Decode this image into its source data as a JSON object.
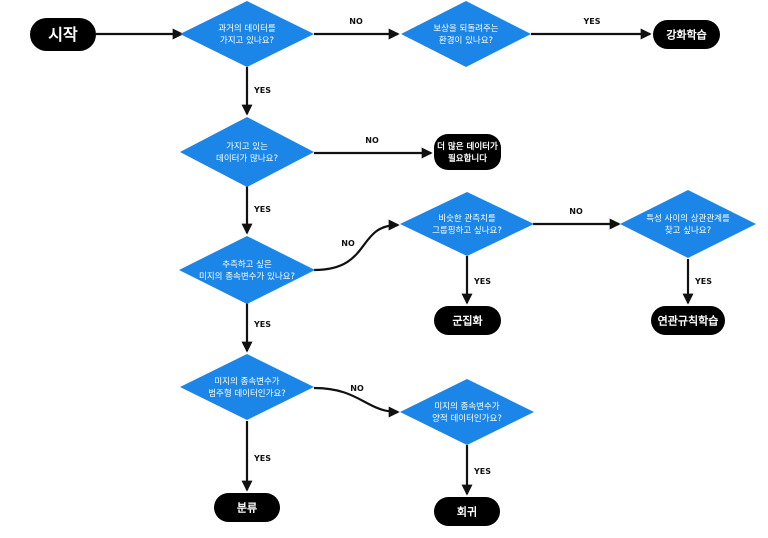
{
  "colors": {
    "decision": "#1c86e8",
    "terminal": "#000000",
    "edge": "#111111"
  },
  "nodes": {
    "start": {
      "label": "시작"
    },
    "has_data": {
      "line1": "과거의 데이터를",
      "line2": "가지고 있나요?"
    },
    "reward": {
      "line1": "보상을 되돌려주는",
      "line2": "환경이 있나요?"
    },
    "reinforcement": {
      "label": "강화학습"
    },
    "enough_data": {
      "line1": "가지고 있는",
      "line2": "데이터가 많나요?"
    },
    "need_more": {
      "line1": "더 많은 데이터가",
      "line2": "필요합니다"
    },
    "predict_target": {
      "line1": "추측하고 싶은",
      "line2": "미지의 종속변수가 있나요?"
    },
    "grouping": {
      "line1": "비슷한 관측치를",
      "line2": "그룹핑하고 싶나요?"
    },
    "association_q": {
      "line1": "특성 사이의 상관관계를",
      "line2": "찾고 싶나요?"
    },
    "clustering": {
      "label": "군집화"
    },
    "association": {
      "label": "연관규칙학습"
    },
    "categorical": {
      "line1": "미지의 종속변수가",
      "line2": "범주형 데이터인가요?"
    },
    "quantitative": {
      "line1": "미지의 종속변수가",
      "line2": "양적 데이터인가요?"
    },
    "classification": {
      "label": "분류"
    },
    "regression": {
      "label": "회귀"
    }
  },
  "edge_labels": {
    "has_data_no": "NO",
    "reward_yes": "YES",
    "has_data_yes": "YES",
    "enough_data_no": "NO",
    "enough_data_yes": "YES",
    "predict_no": "NO",
    "grouping_no": "NO",
    "grouping_yes": "YES",
    "association_yes": "YES",
    "predict_yes": "YES",
    "categorical_no": "NO",
    "categorical_yes": "YES",
    "quantitative_yes": "YES"
  }
}
